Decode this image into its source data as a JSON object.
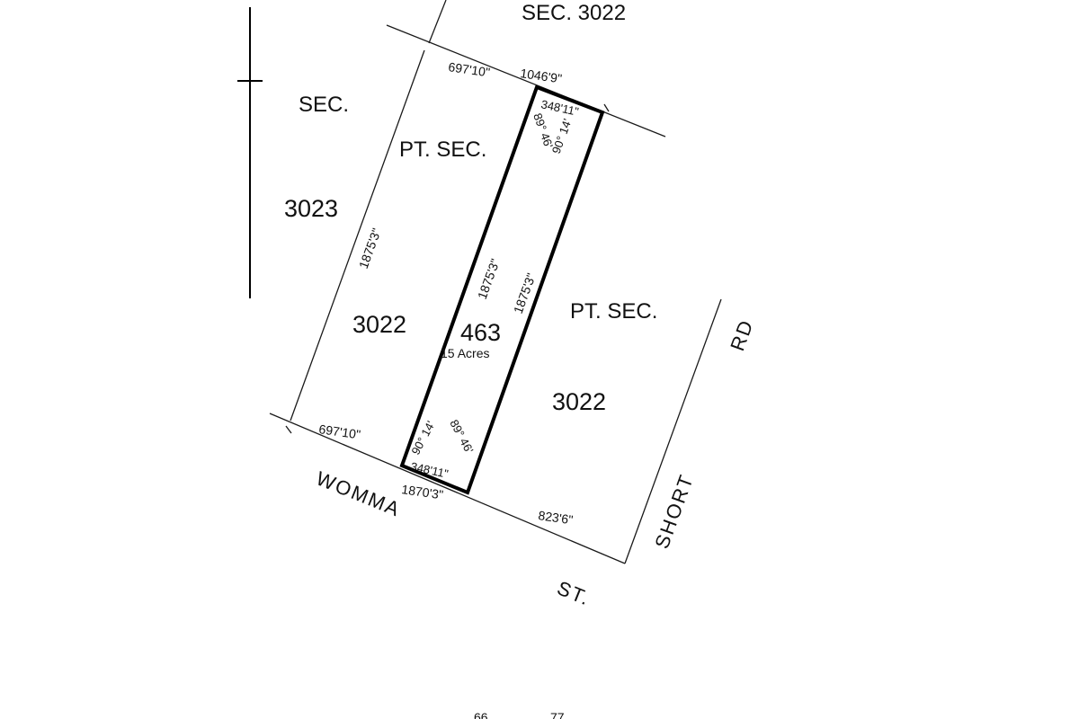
{
  "plan": {
    "sections": {
      "sec_3022_top": "SEC. 3022",
      "sec_word_left": "SEC.",
      "sec_3023": "3023",
      "pt_sec_left": "PT. SEC.",
      "sec_3022_left": "3022",
      "pt_sec_right": "PT. SEC.",
      "sec_3022_right": "3022"
    },
    "parcel": {
      "number": "463",
      "area": "15 Acres"
    },
    "dimensions": {
      "top_left": "697'10\"",
      "top_right": "1046'9\"",
      "top_edge": "348'11\"",
      "top_angle_left": "89° 46'",
      "top_angle_right": "90° 14'",
      "left_outer": "1875'3\"",
      "parcel_left": "1875'3\"",
      "parcel_right": "1875'3\"",
      "bottom_left": "697'10\"",
      "bottom_angle_left": "90° 14'",
      "bottom_angle_right": "89° 46'",
      "bottom_edge": "348'11\"",
      "bottom_under": "1870'3\"",
      "bottom_right": "823'6\""
    },
    "roads": {
      "womma": "WOMMA",
      "st": "ST.",
      "short": "SHORT",
      "rd": "RD"
    },
    "scale": {
      "left": "66",
      "right": "77"
    }
  }
}
